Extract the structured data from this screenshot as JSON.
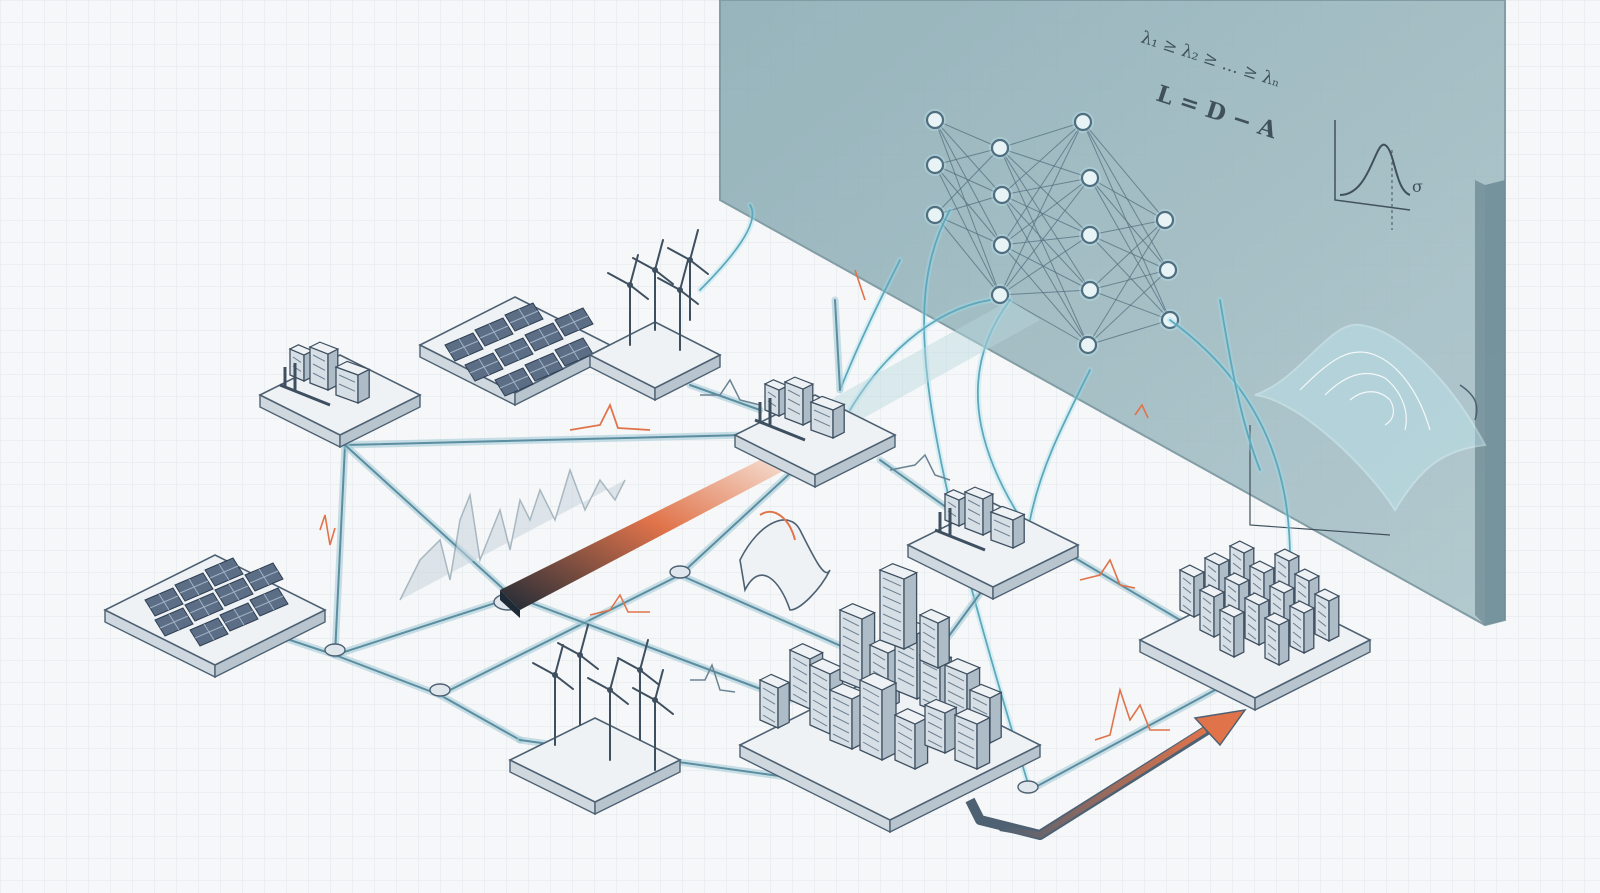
{
  "panel": {
    "formula_eigen": "λ₁ ≥ λ₂ ≥ … ≥ λₙ",
    "formula_laplacian": "L = D − A",
    "sigma_label": "σ"
  },
  "colors": {
    "panel": "#8fb0b8",
    "grid_line": "#5b8ea0",
    "glow": "#9ee0ee",
    "accent_orange": "#e0734a",
    "tile": "#eef2f5"
  }
}
